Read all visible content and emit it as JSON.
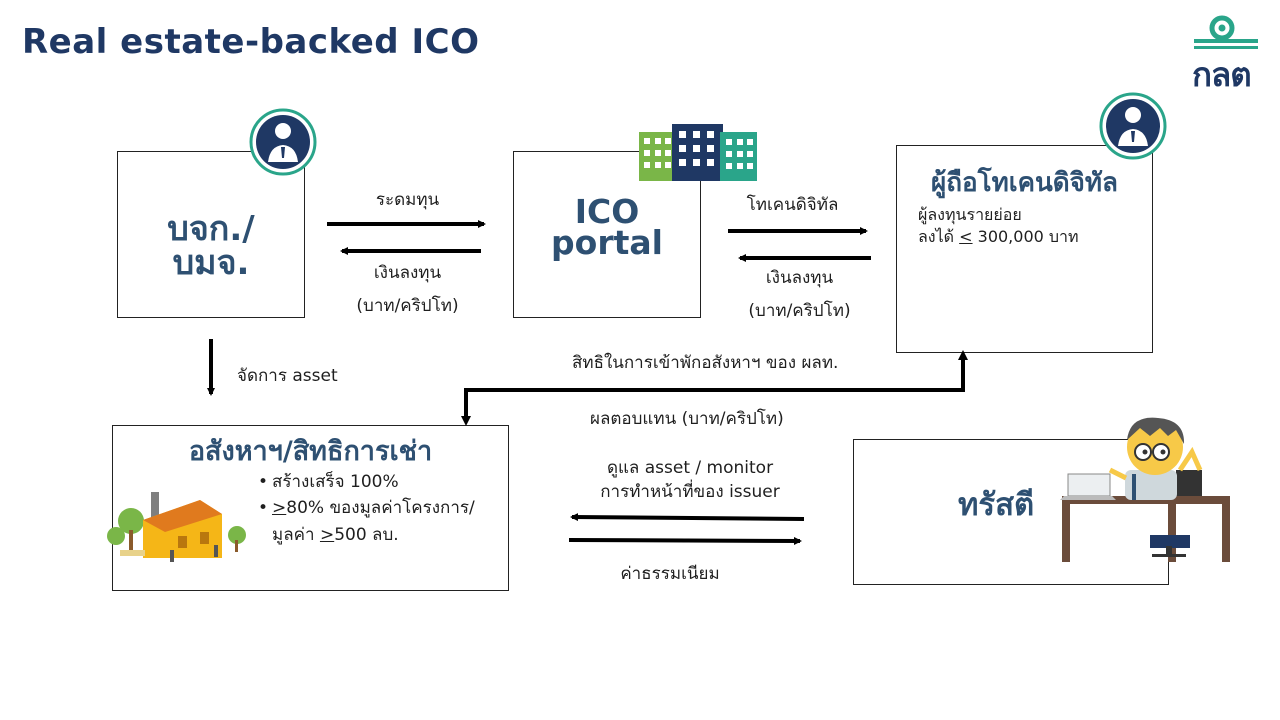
{
  "title": "Real estate-backed ICO",
  "logo": {
    "text": "กลต",
    "accent": "#2aa58a"
  },
  "nodes": {
    "company": {
      "line1": "บจก./",
      "line2": "บมจ."
    },
    "portal": {
      "line1": "ICO",
      "line2": "portal"
    },
    "holder": {
      "title": "ผู้ถือโทเคนดิจิทัล",
      "sub1": "ผู้ลงทุนรายย่อย",
      "sub2_prefix": "ลงได้ ",
      "sub2_sym": "<",
      "sub2_rest": " 300,000 บาท"
    },
    "asset": {
      "title": "อสังหาฯ/สิทธิการเช่า",
      "bullet1": "สร้างเสร็จ 100%",
      "bullet2_sym": ">",
      "bullet2_rest": "80% ของมูลค่าโครงการ/",
      "bullet3_prefix": "มูลค่า ",
      "bullet3_sym": ">",
      "bullet3_rest": "500 ลบ."
    },
    "trustee": {
      "title": "ทรัสตี"
    }
  },
  "labels": {
    "raise": "ระดมทุน",
    "invest1": "เงินลงทุน",
    "baht1": "(บาท/คริปโท)",
    "token": "โทเคนดิจิทัล",
    "invest2": "เงินลงทุน",
    "baht2": "(บาท/คริปโท)",
    "manage": "จัดการ asset",
    "rights": "สิทธิในการเข้าพักอสังหาฯ ของ ผลท.",
    "returns": "ผลตอบแทน (บาท/คริปโท)",
    "monitor1": "ดูแล asset / monitor",
    "monitor2": "การทำหน้าที่ของ issuer",
    "fee": "ค่าธรรมเนียม"
  },
  "icons": [
    "person-icon",
    "building-icon",
    "factory-icon",
    "worker-desk-icon"
  ],
  "colors": {
    "navy": "#1f3864",
    "steel": "#2e5072",
    "teal": "#2aa58a",
    "green": "#7ab648"
  }
}
